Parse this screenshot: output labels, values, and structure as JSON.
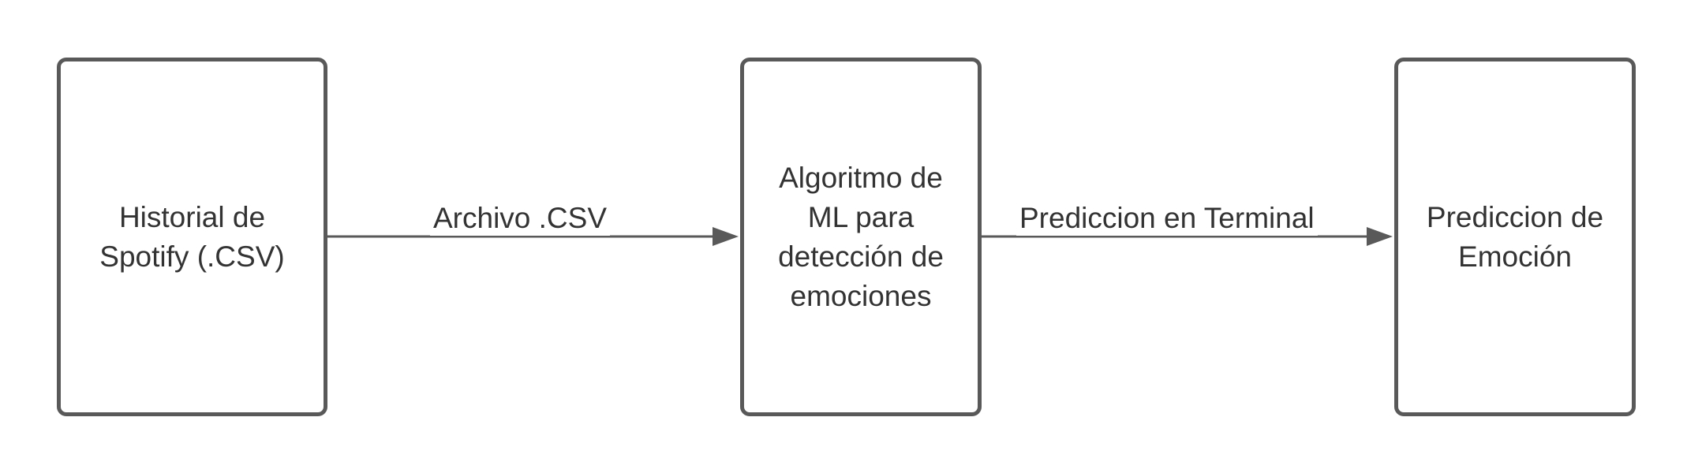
{
  "diagram": {
    "nodes": [
      {
        "id": "spotify-history",
        "label": "Historial de\nSpotify (.CSV)"
      },
      {
        "id": "ml-algorithm",
        "label": "Algoritmo de\nML para\ndetección de\nemociones"
      },
      {
        "id": "emotion-prediction",
        "label": "Prediccion de\nEmoción"
      }
    ],
    "edges": [
      {
        "from": "spotify-history",
        "to": "ml-algorithm",
        "label": "Archivo .CSV"
      },
      {
        "from": "ml-algorithm",
        "to": "emotion-prediction",
        "label": "Prediccion en Terminal"
      }
    ],
    "colors": {
      "stroke": "#595959",
      "text": "#333333",
      "background": "#ffffff"
    }
  }
}
